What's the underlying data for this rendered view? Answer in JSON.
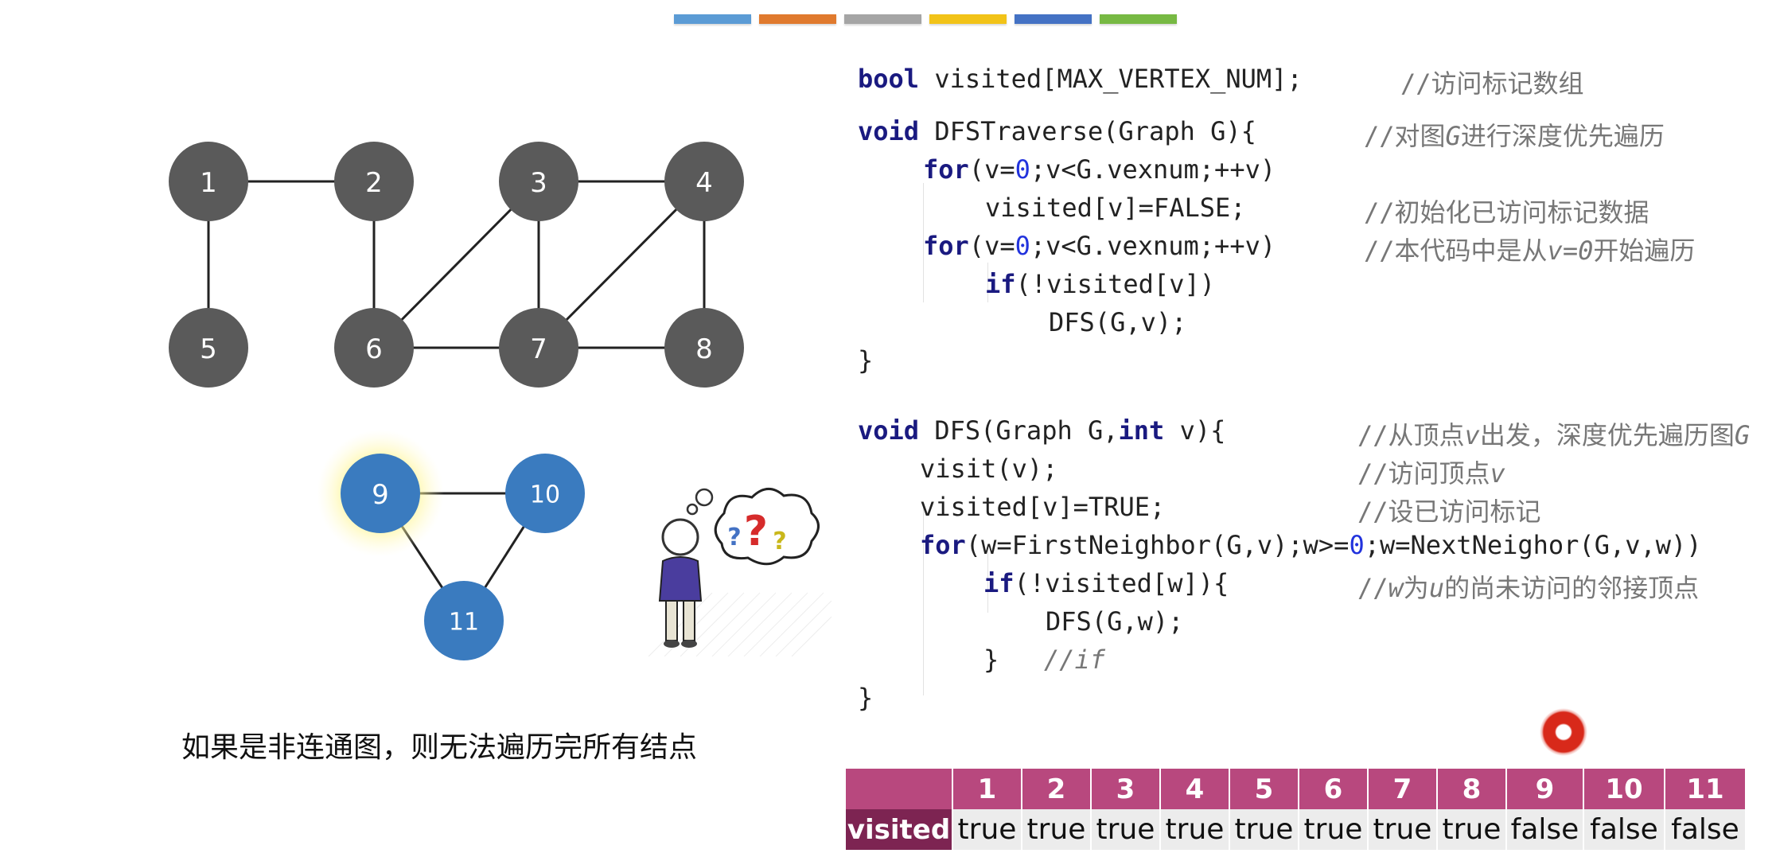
{
  "color_bar": [
    "#5b9bd5",
    "#e07a2e",
    "#a5a5a5",
    "#f2c318",
    "#4472c4",
    "#77b943"
  ],
  "graph": {
    "nodes": [
      {
        "id": "1",
        "color": "#5a5a5a"
      },
      {
        "id": "2",
        "color": "#5a5a5a"
      },
      {
        "id": "3",
        "color": "#5a5a5a"
      },
      {
        "id": "4",
        "color": "#5a5a5a"
      },
      {
        "id": "5",
        "color": "#5a5a5a"
      },
      {
        "id": "6",
        "color": "#5a5a5a"
      },
      {
        "id": "7",
        "color": "#5a5a5a"
      },
      {
        "id": "8",
        "color": "#5a5a5a"
      },
      {
        "id": "9",
        "color": "#3a7bbf",
        "highlight": true
      },
      {
        "id": "10",
        "color": "#3a7bbf"
      },
      {
        "id": "11",
        "color": "#3a7bbf"
      }
    ],
    "edges": [
      [
        "1",
        "2"
      ],
      [
        "1",
        "5"
      ],
      [
        "2",
        "6"
      ],
      [
        "3",
        "4"
      ],
      [
        "3",
        "6"
      ],
      [
        "3",
        "7"
      ],
      [
        "4",
        "7"
      ],
      [
        "4",
        "8"
      ],
      [
        "6",
        "7"
      ],
      [
        "7",
        "8"
      ],
      [
        "9",
        "10"
      ],
      [
        "9",
        "11"
      ],
      [
        "10",
        "11"
      ]
    ]
  },
  "caption": "如果是非连通图，则无法遍历完所有结点",
  "code": {
    "l1_kw": "bool",
    "l1_rest": " visited[MAX_VERTEX_NUM];",
    "l1_cmt": "//访问标记数组",
    "l2_kw": "void",
    "l2_rest": " DFSTraverse(Graph G){",
    "l2_cmt_a": "//对图",
    "l2_cmt_b": "G",
    "l2_cmt_c": "进行深度优先遍历",
    "l3_kw": "for",
    "l3_a": "(v=",
    "l3_num": "0",
    "l3_b": ";v<G.vexnum;++v)",
    "l4": "visited[v]=FALSE;",
    "l4_cmt": "//初始化已访问标记数据",
    "l5_kw": "for",
    "l5_a": "(v=",
    "l5_num": "0",
    "l5_b": ";v<G.vexnum;++v)",
    "l5_cmt_a": "//本代码中是从",
    "l5_cmt_b": "v=0",
    "l5_cmt_c": "开始遍历",
    "l6_kw": "if",
    "l6_rest": "(!visited[v])",
    "l7": "DFS(G,v);",
    "l8": "}",
    "l9_kw": "void",
    "l9_a": " DFS(Graph G,",
    "l9_kw2": "int",
    "l9_b": " v){",
    "l9_cmt_a": "//从顶点",
    "l9_cmt_b": "v",
    "l9_cmt_c": "出发，深度优先遍历图",
    "l9_cmt_d": "G",
    "l10": "visit(v);",
    "l10_cmt_a": "//访问顶点",
    "l10_cmt_b": "v",
    "l11": "visited[v]=TRUE;",
    "l11_cmt": "//设已访问标记",
    "l12_kw": "for",
    "l12_a": "(w=FirstNeighbor(G,v);w>=",
    "l12_num": "0",
    "l12_b": ";w=NextNeighor(G,v,w))",
    "l13_kw": "if",
    "l13_rest": "(!visited[w]){",
    "l13_cmt_a": "//",
    "l13_cmt_b": "w",
    "l13_cmt_c": "为",
    "l13_cmt_d": "u",
    "l13_cmt_e": "的尚未访问的邻接顶点",
    "l14": "DFS(G,w);",
    "l15": "}",
    "l15_cmt": "//if",
    "l16": "}"
  },
  "table": {
    "row_label": "visited",
    "headers": [
      "1",
      "2",
      "3",
      "4",
      "5",
      "6",
      "7",
      "8",
      "9",
      "10",
      "11"
    ],
    "values": [
      "true",
      "true",
      "true",
      "true",
      "true",
      "true",
      "true",
      "true",
      "false",
      "false",
      "false"
    ]
  }
}
